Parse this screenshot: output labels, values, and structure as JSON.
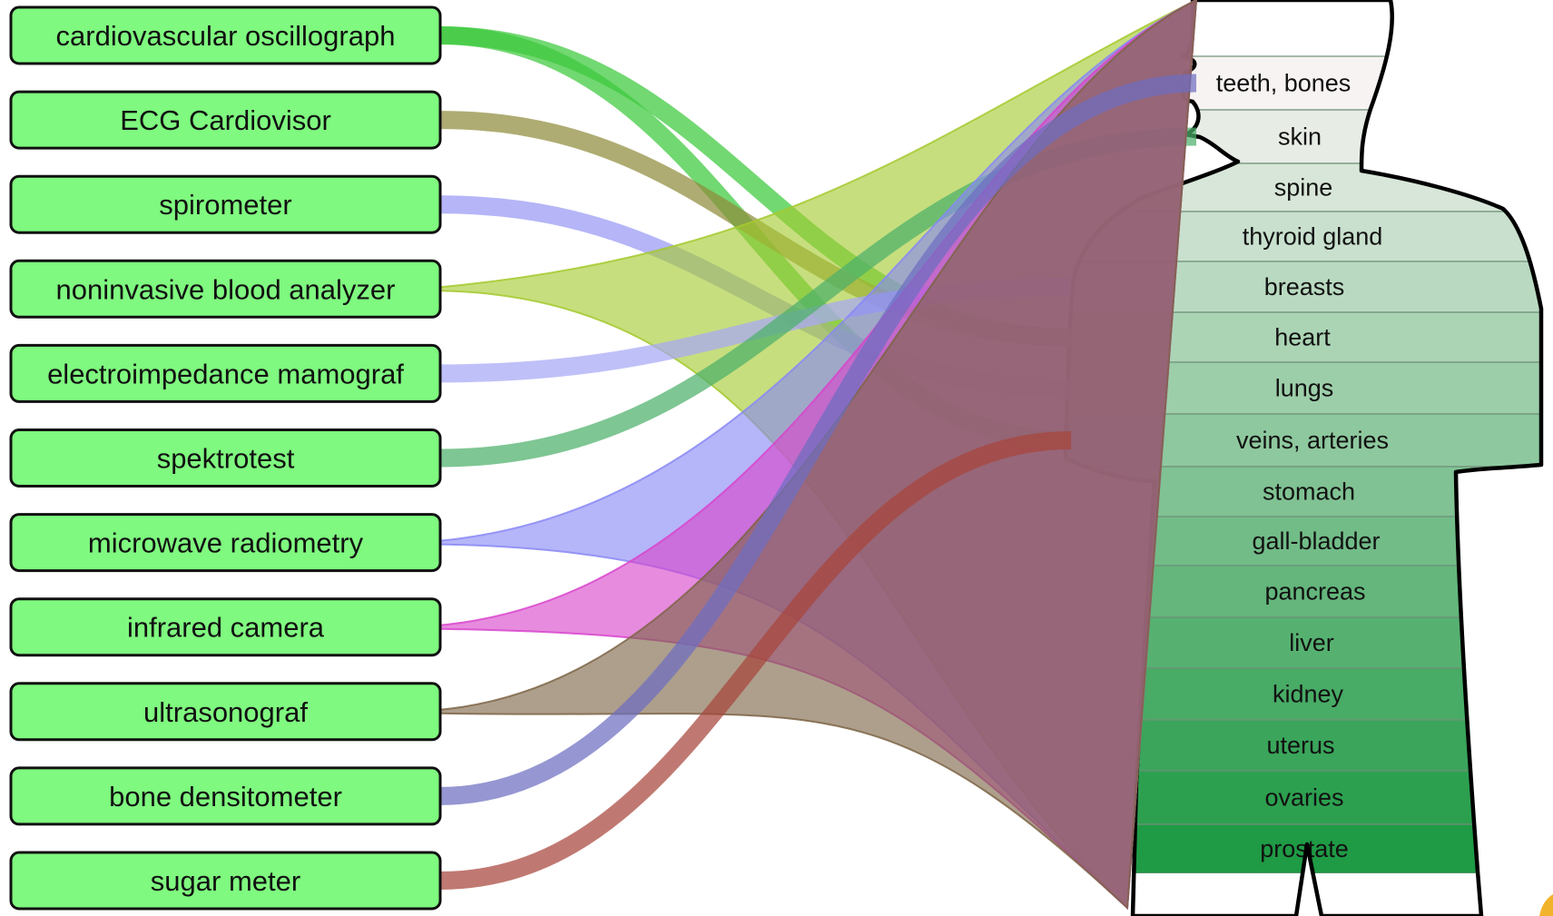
{
  "colors": {
    "device_box": "#7ff97f",
    "band_top": "#f7f3f2",
    "band_bottom": "#1f9a45",
    "accent": "#f2b32c"
  },
  "devices": [
    {
      "id": "cardiovascular-oscillograph",
      "label": "cardiovascular oscillograph"
    },
    {
      "id": "ecg-cardiovisor",
      "label": "ECG Cardiovisor"
    },
    {
      "id": "spirometer",
      "label": "spirometer"
    },
    {
      "id": "noninvasive-blood-analyzer",
      "label": "noninvasive blood analyzer"
    },
    {
      "id": "electroimpedance-mamograf",
      "label": "electroimpedance mamograf"
    },
    {
      "id": "spektrotest",
      "label": "spektrotest"
    },
    {
      "id": "microwave-radiometry",
      "label": "microwave radiometry"
    },
    {
      "id": "infrared-camera",
      "label": "infrared camera"
    },
    {
      "id": "ultrasonograf",
      "label": "ultrasonograf"
    },
    {
      "id": "bone-densitometer",
      "label": "bone densitometer"
    },
    {
      "id": "sugar-meter",
      "label": "sugar meter"
    }
  ],
  "organs": [
    {
      "id": "teeth-bones",
      "label": "teeth, bones"
    },
    {
      "id": "skin",
      "label": "skin"
    },
    {
      "id": "spine",
      "label": "spine"
    },
    {
      "id": "thyroid-gland",
      "label": "thyroid gland"
    },
    {
      "id": "breasts",
      "label": "breasts"
    },
    {
      "id": "heart",
      "label": "heart"
    },
    {
      "id": "lungs",
      "label": "lungs"
    },
    {
      "id": "veins-arteries",
      "label": "veins, arteries"
    },
    {
      "id": "stomach",
      "label": "stomach"
    },
    {
      "id": "gall-bladder",
      "label": "gall-bladder"
    },
    {
      "id": "pancreas",
      "label": "pancreas"
    },
    {
      "id": "liver",
      "label": "liver"
    },
    {
      "id": "kidney",
      "label": "kidney"
    },
    {
      "id": "uterus",
      "label": "uterus"
    },
    {
      "id": "ovaries",
      "label": "ovaries"
    },
    {
      "id": "prostate",
      "label": "prostate"
    }
  ],
  "connections": [
    {
      "from": "cardiovascular-oscillograph",
      "to": [
        "heart",
        "veins-arteries"
      ],
      "color": "#3cc93c"
    },
    {
      "from": "ecg-cardiovisor",
      "to": [
        "heart"
      ],
      "color": "#8f8c3c"
    },
    {
      "from": "spirometer",
      "to": [
        "lungs"
      ],
      "color": "#9999f5"
    },
    {
      "from": "noninvasive-blood-analyzer",
      "to": [
        "whole-body"
      ],
      "color": "#a4c92e"
    },
    {
      "from": "electroimpedance-mamograf",
      "to": [
        "breasts"
      ],
      "color": "#a8a8f7"
    },
    {
      "from": "spektrotest",
      "to": [
        "skin"
      ],
      "color": "#4cb06a"
    },
    {
      "from": "microwave-radiometry",
      "to": [
        "whole-body"
      ],
      "color": "#8888f5"
    },
    {
      "from": "infrared-camera",
      "to": [
        "whole-body"
      ],
      "color": "#d844cc"
    },
    {
      "from": "ultrasonograf",
      "to": [
        "whole-body"
      ],
      "color": "#7d6445"
    },
    {
      "from": "bone-densitometer",
      "to": [
        "teeth-bones"
      ],
      "color": "#6d6dc0"
    },
    {
      "from": "sugar-meter",
      "to": [
        "veins-arteries"
      ],
      "color": "#a8453c"
    }
  ]
}
